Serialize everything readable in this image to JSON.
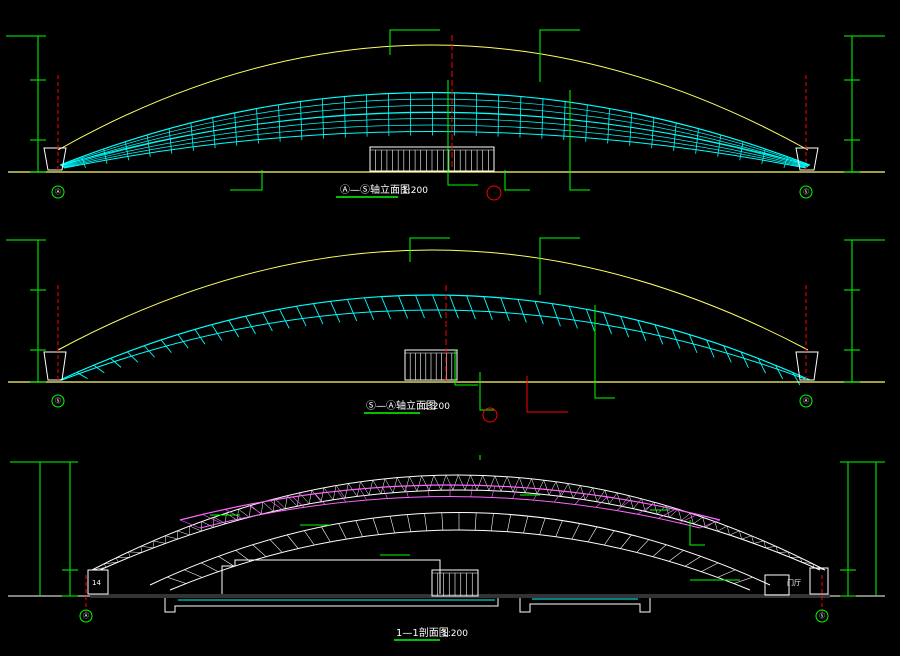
{
  "drawings": {
    "elevation_1": {
      "title": "Ⓐ—Ⓢ轴立面图",
      "scale": "1:200",
      "grid_left": "Ⓐ",
      "grid_right": "Ⓢ"
    },
    "elevation_2": {
      "title": "Ⓢ—Ⓐ轴立面图",
      "scale": "1:200",
      "grid_left": "Ⓢ",
      "grid_right": "Ⓐ"
    },
    "section_1": {
      "title": "1—1剖面图",
      "scale": "1:200",
      "grid_left": "Ⓐ",
      "grid_right": "Ⓢ",
      "room_left": "14",
      "room_right": "门厅"
    }
  },
  "colors": {
    "background": "#000000",
    "roof_frame": "#00ffff",
    "outer_arc": "#ffff66",
    "ground": "#ffff66",
    "leader": "#00ff00",
    "axis": "#ff0000",
    "truss": "#ff66ff",
    "section_line": "#ffffff"
  }
}
